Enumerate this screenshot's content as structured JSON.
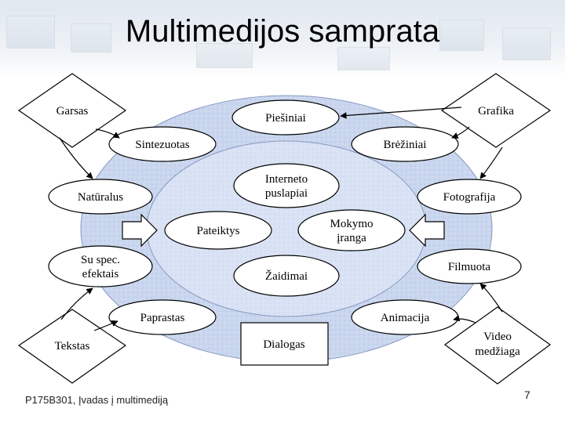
{
  "slide": {
    "title": "Multimedijos samprata",
    "footer": "P175B301, Įvadas į multimediją",
    "page_number": "7"
  },
  "diagram": {
    "sources_left": [
      "Garsas",
      "Tekstas"
    ],
    "sources_right": [
      "Grafika",
      "Video",
      "medžiaga"
    ],
    "ring_items": {
      "piesiniai": "Piešiniai",
      "breziniai": "Brėžiniai",
      "sintezuotas": "Sintezuotas",
      "naturalus": "Natūralus",
      "fotografija": "Fotografija",
      "su_spec_line1": "Su spec.",
      "su_spec_line2": "efektais",
      "filmuota": "Filmuota",
      "paprastas": "Paprastas",
      "animacija": "Animacija",
      "dialogas": "Dialogas"
    },
    "inner_items": {
      "interneto_line1": "Interneto",
      "interneto_line2": "puslapiai",
      "pateiktys": "Pateiktys",
      "mokymo_line1": "Mokymo",
      "mokymo_line2": "įranga",
      "zaidimai": "Žaidimai"
    },
    "colors": {
      "ring_fill": "#c9d6ee",
      "inner_fill": "#d7e1f3",
      "node_fill": "#ffffff",
      "stroke": "#000000"
    }
  }
}
